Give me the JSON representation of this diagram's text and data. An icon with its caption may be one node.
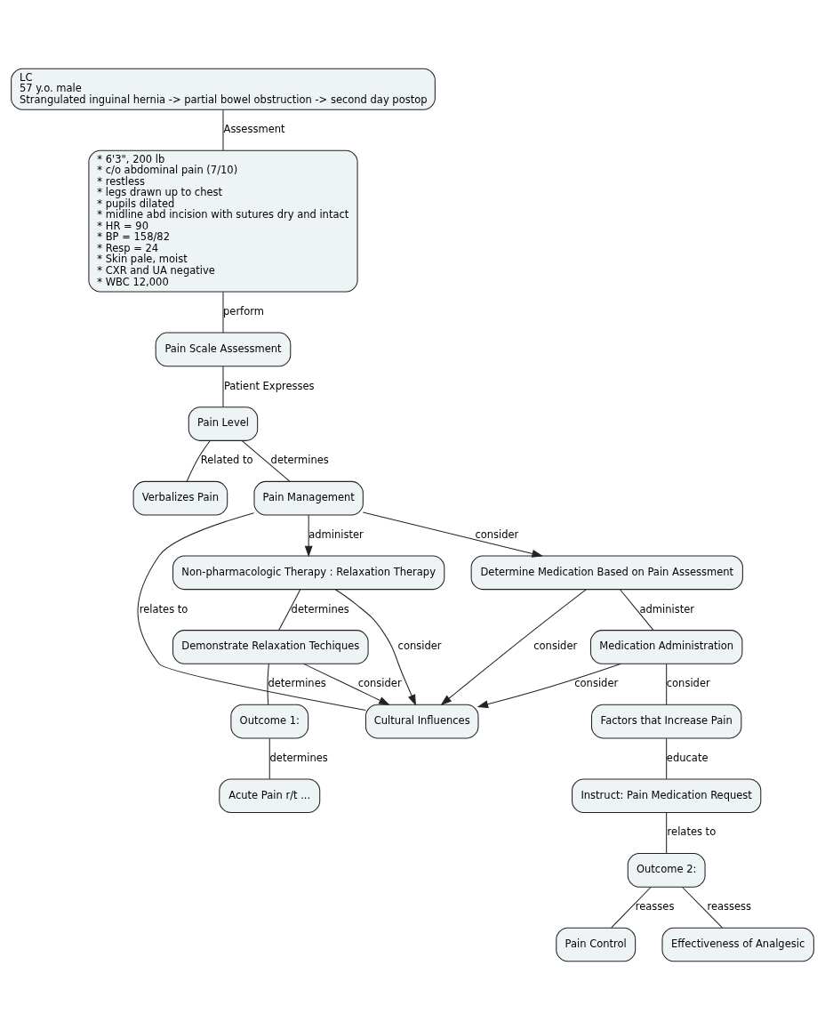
{
  "diagram": {
    "nodes": [
      {
        "text": [
          "LC",
          "57 y.o. male",
          "Strangulated inguinal hernia -> partial bowel obstruction -> second day postop"
        ]
      },
      {
        "text": [
          "* 6'3\", 200 lb",
          "* c/o abdominal pain (7/10)",
          "* restless",
          "* legs drawn up to chest",
          "* pupils dilated",
          "* midline abd incision with sutures dry and intact",
          "* HR = 90",
          "* BP = 158/82",
          "* Resp = 24",
          "* Skin pale, moist",
          "* CXR and UA negative",
          "* WBC 12,000"
        ]
      },
      {
        "text": [
          "Pain Scale Assessment"
        ]
      },
      {
        "text": [
          "Pain Level"
        ]
      },
      {
        "text": [
          "Verbalizes Pain"
        ]
      },
      {
        "text": [
          "Pain Management"
        ]
      },
      {
        "text": [
          "Non-pharmacologic Therapy : Relaxation Therapy"
        ]
      },
      {
        "text": [
          "Cultural Influences"
        ]
      },
      {
        "text": [
          "Determine Medication Based on Pain Assessment"
        ]
      },
      {
        "text": [
          "Demonstrate Relaxation Techiques"
        ]
      },
      {
        "text": [
          "Medication Administration"
        ]
      },
      {
        "text": [
          "Outcome 1:"
        ]
      },
      {
        "text": [
          "Factors that Increase Pain"
        ]
      },
      {
        "text": [
          "Instruct: Pain Medication Request"
        ]
      },
      {
        "text": [
          "Acute Pain r/t ..."
        ]
      },
      {
        "text": [
          "Outcome 2:"
        ]
      },
      {
        "text": [
          "Pain Control"
        ]
      },
      {
        "text": [
          "Effectiveness of Analgesic"
        ]
      }
    ],
    "edges": [
      {
        "from": 0,
        "to": 1,
        "arrow": "none",
        "label": "Assessment"
      },
      {
        "from": 1,
        "to": 2,
        "arrow": "none",
        "label": "perform"
      },
      {
        "from": 2,
        "to": 3,
        "arrow": "none",
        "label": "Patient Expresses"
      },
      {
        "from": 3,
        "to": 4,
        "arrow": "none",
        "label": "Related to"
      },
      {
        "from": 3,
        "to": 5,
        "arrow": "none",
        "label": "determines"
      },
      {
        "from": 5,
        "to": 6,
        "arrow": "to",
        "label": "administer"
      },
      {
        "from": 5,
        "to": 7,
        "arrow": "none",
        "label": "relates to"
      },
      {
        "from": 5,
        "to": 8,
        "arrow": "to",
        "label": "consider"
      },
      {
        "from": 6,
        "to": 7,
        "arrow": "to",
        "label": "consider"
      },
      {
        "from": 8,
        "to": 7,
        "arrow": "to",
        "label": "consider"
      },
      {
        "from": 6,
        "to": 9,
        "arrow": "none",
        "label": "determines"
      },
      {
        "from": 9,
        "to": 7,
        "arrow": "to",
        "label": "consider"
      },
      {
        "from": 8,
        "to": 10,
        "arrow": "none",
        "label": "administer"
      },
      {
        "from": 10,
        "to": 7,
        "arrow": "to",
        "label": "consider"
      },
      {
        "from": 10,
        "to": 12,
        "arrow": "none",
        "label": "consider"
      },
      {
        "from": 9,
        "to": 11,
        "arrow": "none",
        "label": "determines"
      },
      {
        "from": 11,
        "to": 14,
        "arrow": "none",
        "label": "determines"
      },
      {
        "from": 12,
        "to": 13,
        "arrow": "none",
        "label": "educate"
      },
      {
        "from": 13,
        "to": 15,
        "arrow": "none",
        "label": "relates to"
      },
      {
        "from": 15,
        "to": 16,
        "arrow": "none",
        "label": "reasses"
      },
      {
        "from": 15,
        "to": 17,
        "arrow": "none",
        "label": "reassess"
      }
    ]
  }
}
